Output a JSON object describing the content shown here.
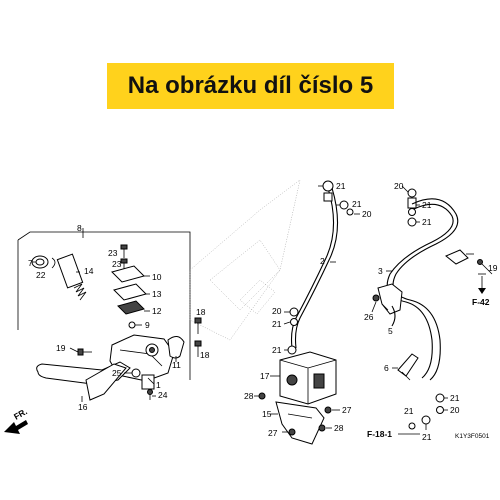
{
  "banner": {
    "text": "Na obrázku díl číslo 5"
  },
  "callouts": {
    "n1": "1",
    "n2": "2",
    "n3": "3",
    "n5": "5",
    "n6": "6",
    "n7": "7",
    "n8": "8",
    "n9": "9",
    "n10": "10",
    "n11": "11",
    "n12": "12",
    "n13": "13",
    "n14": "14",
    "n15": "15",
    "n16": "16",
    "n17": "17",
    "n18": "18",
    "n19": "19",
    "n20": "20",
    "n21": "21",
    "n22": "22",
    "n23": "23",
    "n24": "24",
    "n25": "25",
    "n26": "26",
    "n27": "27",
    "n28": "28"
  },
  "refs": {
    "f42": "F-42",
    "f18": "F-18-1",
    "fr": "FR."
  },
  "diagram_code": "K1Y3F0501"
}
